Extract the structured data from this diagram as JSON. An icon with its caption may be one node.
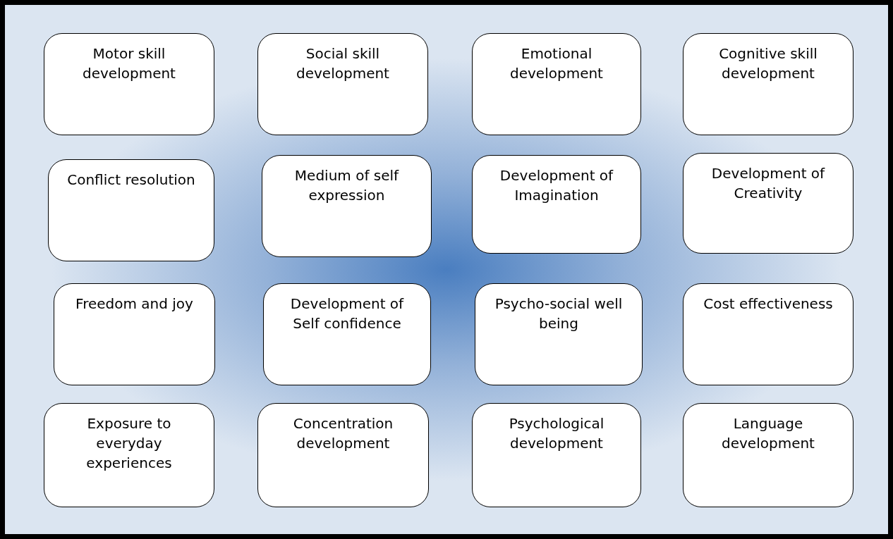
{
  "diagram": {
    "nodes": [
      {
        "text": [
          "Motor skill development"
        ]
      },
      {
        "text": [
          "Social skill development"
        ]
      },
      {
        "text": [
          "Emotional development"
        ]
      },
      {
        "text": [
          "Cognitive skill development"
        ]
      },
      {
        "text": [
          "Conflict resolution"
        ]
      },
      {
        "text": [
          "Medium of self expression"
        ]
      },
      {
        "text": [
          "Development of Imagination"
        ]
      },
      {
        "text": [
          "Development of Creativity"
        ]
      },
      {
        "text": [
          "Freedom and joy"
        ]
      },
      {
        "text": [
          "Development of Self confidence"
        ]
      },
      {
        "text": [
          "Psycho-social well being"
        ]
      },
      {
        "text": [
          "Cost effectiveness"
        ]
      },
      {
        "text": [
          "Exposure to everyday experiences"
        ]
      },
      {
        "text": [
          "Concentration development"
        ]
      },
      {
        "text": [
          "Psychological development"
        ]
      },
      {
        "text": [
          "Language development"
        ]
      }
    ]
  }
}
